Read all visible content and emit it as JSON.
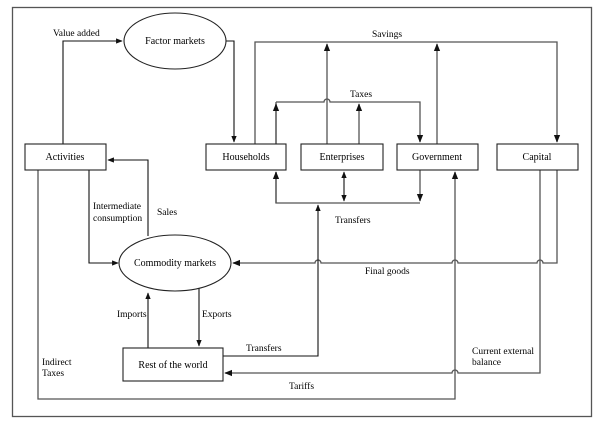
{
  "nodes": {
    "factor_markets": "Factor markets",
    "activities": "Activities",
    "households": "Households",
    "enterprises": "Enterprises",
    "government": "Government",
    "capital": "Capital",
    "commodity_markets": "Commodity markets",
    "rest_of_world": "Rest of the world"
  },
  "flows": {
    "value_added": "Value added",
    "savings": "Savings",
    "taxes": "Taxes",
    "transfers_domestic": "Transfers",
    "intermediate_line1": "Intermediate",
    "intermediate_line2": "consumption",
    "sales": "Sales",
    "final_goods": "Final goods",
    "imports": "Imports",
    "exports": "Exports",
    "transfers_row": "Transfers",
    "indirect_line1": "Indirect",
    "indirect_line2": "Taxes",
    "current_line1": "Current external",
    "current_line2": "balance",
    "tariffs": "Tariffs"
  },
  "colors": {
    "line": "#555555",
    "box_stroke": "#222222",
    "background": "#ffffff"
  }
}
